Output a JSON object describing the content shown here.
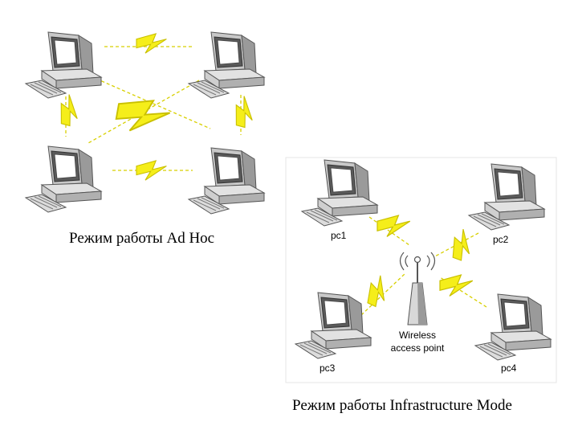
{
  "adhoc": {
    "caption": "Режим работы Ad Hoc"
  },
  "infrastructure": {
    "caption": "Режим работы Infrastructure Mode",
    "access_point_label_line1": "Wireless",
    "access_point_label_line2": "access point",
    "pcs": [
      "pc1",
      "pc2",
      "pc3",
      "pc4"
    ]
  },
  "colors": {
    "lightning": "#f5ee1a",
    "lightning_edge": "#c9c000",
    "link_dash": "#d8d000",
    "pc_body": "#d9d9d9",
    "pc_dark": "#6e6e6e",
    "screen": "#ffffff"
  },
  "icons": {
    "computer": "desktop-computer-icon",
    "wireless_link": "lightning-bolt-icon",
    "access_point": "antenna-tower-icon"
  }
}
